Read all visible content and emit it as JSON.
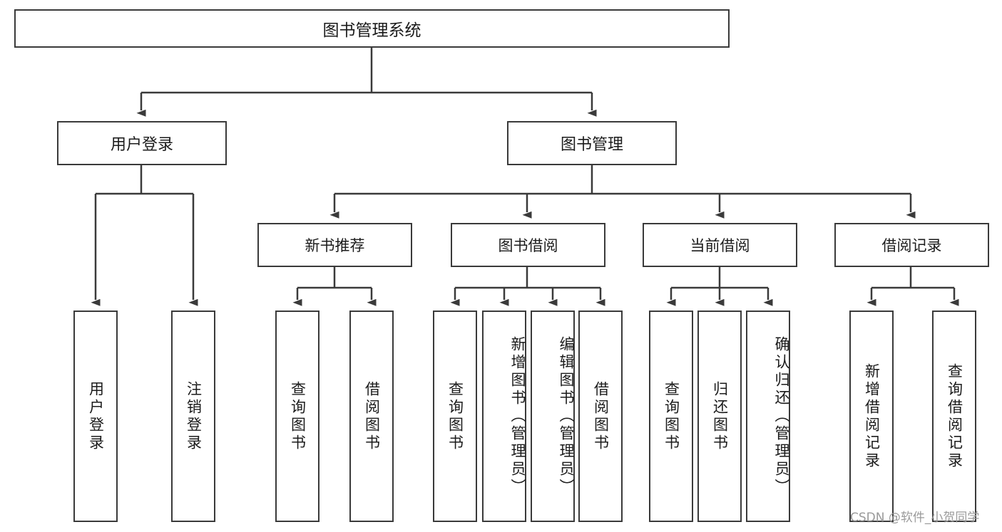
{
  "diagram": {
    "title": "图书管理系统",
    "watermark": "CSDN @软件_小贺同学",
    "line_color": "#3a3a3a",
    "text_color": "#1b1b1b",
    "background": "#ffffff"
  },
  "nodes": {
    "root": {
      "label": "图书管理系统"
    },
    "user_login": {
      "label": "用户登录"
    },
    "book_manage": {
      "label": "图书管理"
    },
    "new_book_rec": {
      "label": "新书推荐"
    },
    "book_borrow": {
      "label": "图书借阅"
    },
    "current_borrow": {
      "label": "当前借阅"
    },
    "borrow_record": {
      "label": "借阅记录"
    },
    "leaf_user_login": {
      "label": "用户登录"
    },
    "leaf_logout": {
      "label": "注销登录"
    },
    "leaf_query_book_1": {
      "label": "查询图书"
    },
    "leaf_borrow_book_1": {
      "label": "借阅图书"
    },
    "leaf_query_book_2": {
      "label": "查询图书"
    },
    "leaf_add_book": {
      "label": "新增图书（管理员）"
    },
    "leaf_edit_book": {
      "label": "编辑图书（管理员）"
    },
    "leaf_borrow_book_2": {
      "label": "借阅图书"
    },
    "leaf_query_book_3": {
      "label": "查询图书"
    },
    "leaf_return_book": {
      "label": "归还图书"
    },
    "leaf_confirm_return": {
      "label": "确认归还（管理员）"
    },
    "leaf_add_record": {
      "label": "新增借阅记录"
    },
    "leaf_query_record": {
      "label": "查询借阅记录"
    }
  },
  "tree": {
    "root": "图书管理系统",
    "children": [
      {
        "label": "用户登录",
        "children": [
          {
            "label": "用户登录"
          },
          {
            "label": "注销登录"
          }
        ]
      },
      {
        "label": "图书管理",
        "children": [
          {
            "label": "新书推荐",
            "children": [
              {
                "label": "查询图书"
              },
              {
                "label": "借阅图书"
              }
            ]
          },
          {
            "label": "图书借阅",
            "children": [
              {
                "label": "查询图书"
              },
              {
                "label": "新增图书（管理员）"
              },
              {
                "label": "编辑图书（管理员）"
              },
              {
                "label": "借阅图书"
              }
            ]
          },
          {
            "label": "当前借阅",
            "children": [
              {
                "label": "查询图书"
              },
              {
                "label": "归还图书"
              },
              {
                "label": "确认归还（管理员）"
              }
            ]
          },
          {
            "label": "借阅记录",
            "children": [
              {
                "label": "新增借阅记录"
              },
              {
                "label": "查询借阅记录"
              }
            ]
          }
        ]
      }
    ]
  }
}
